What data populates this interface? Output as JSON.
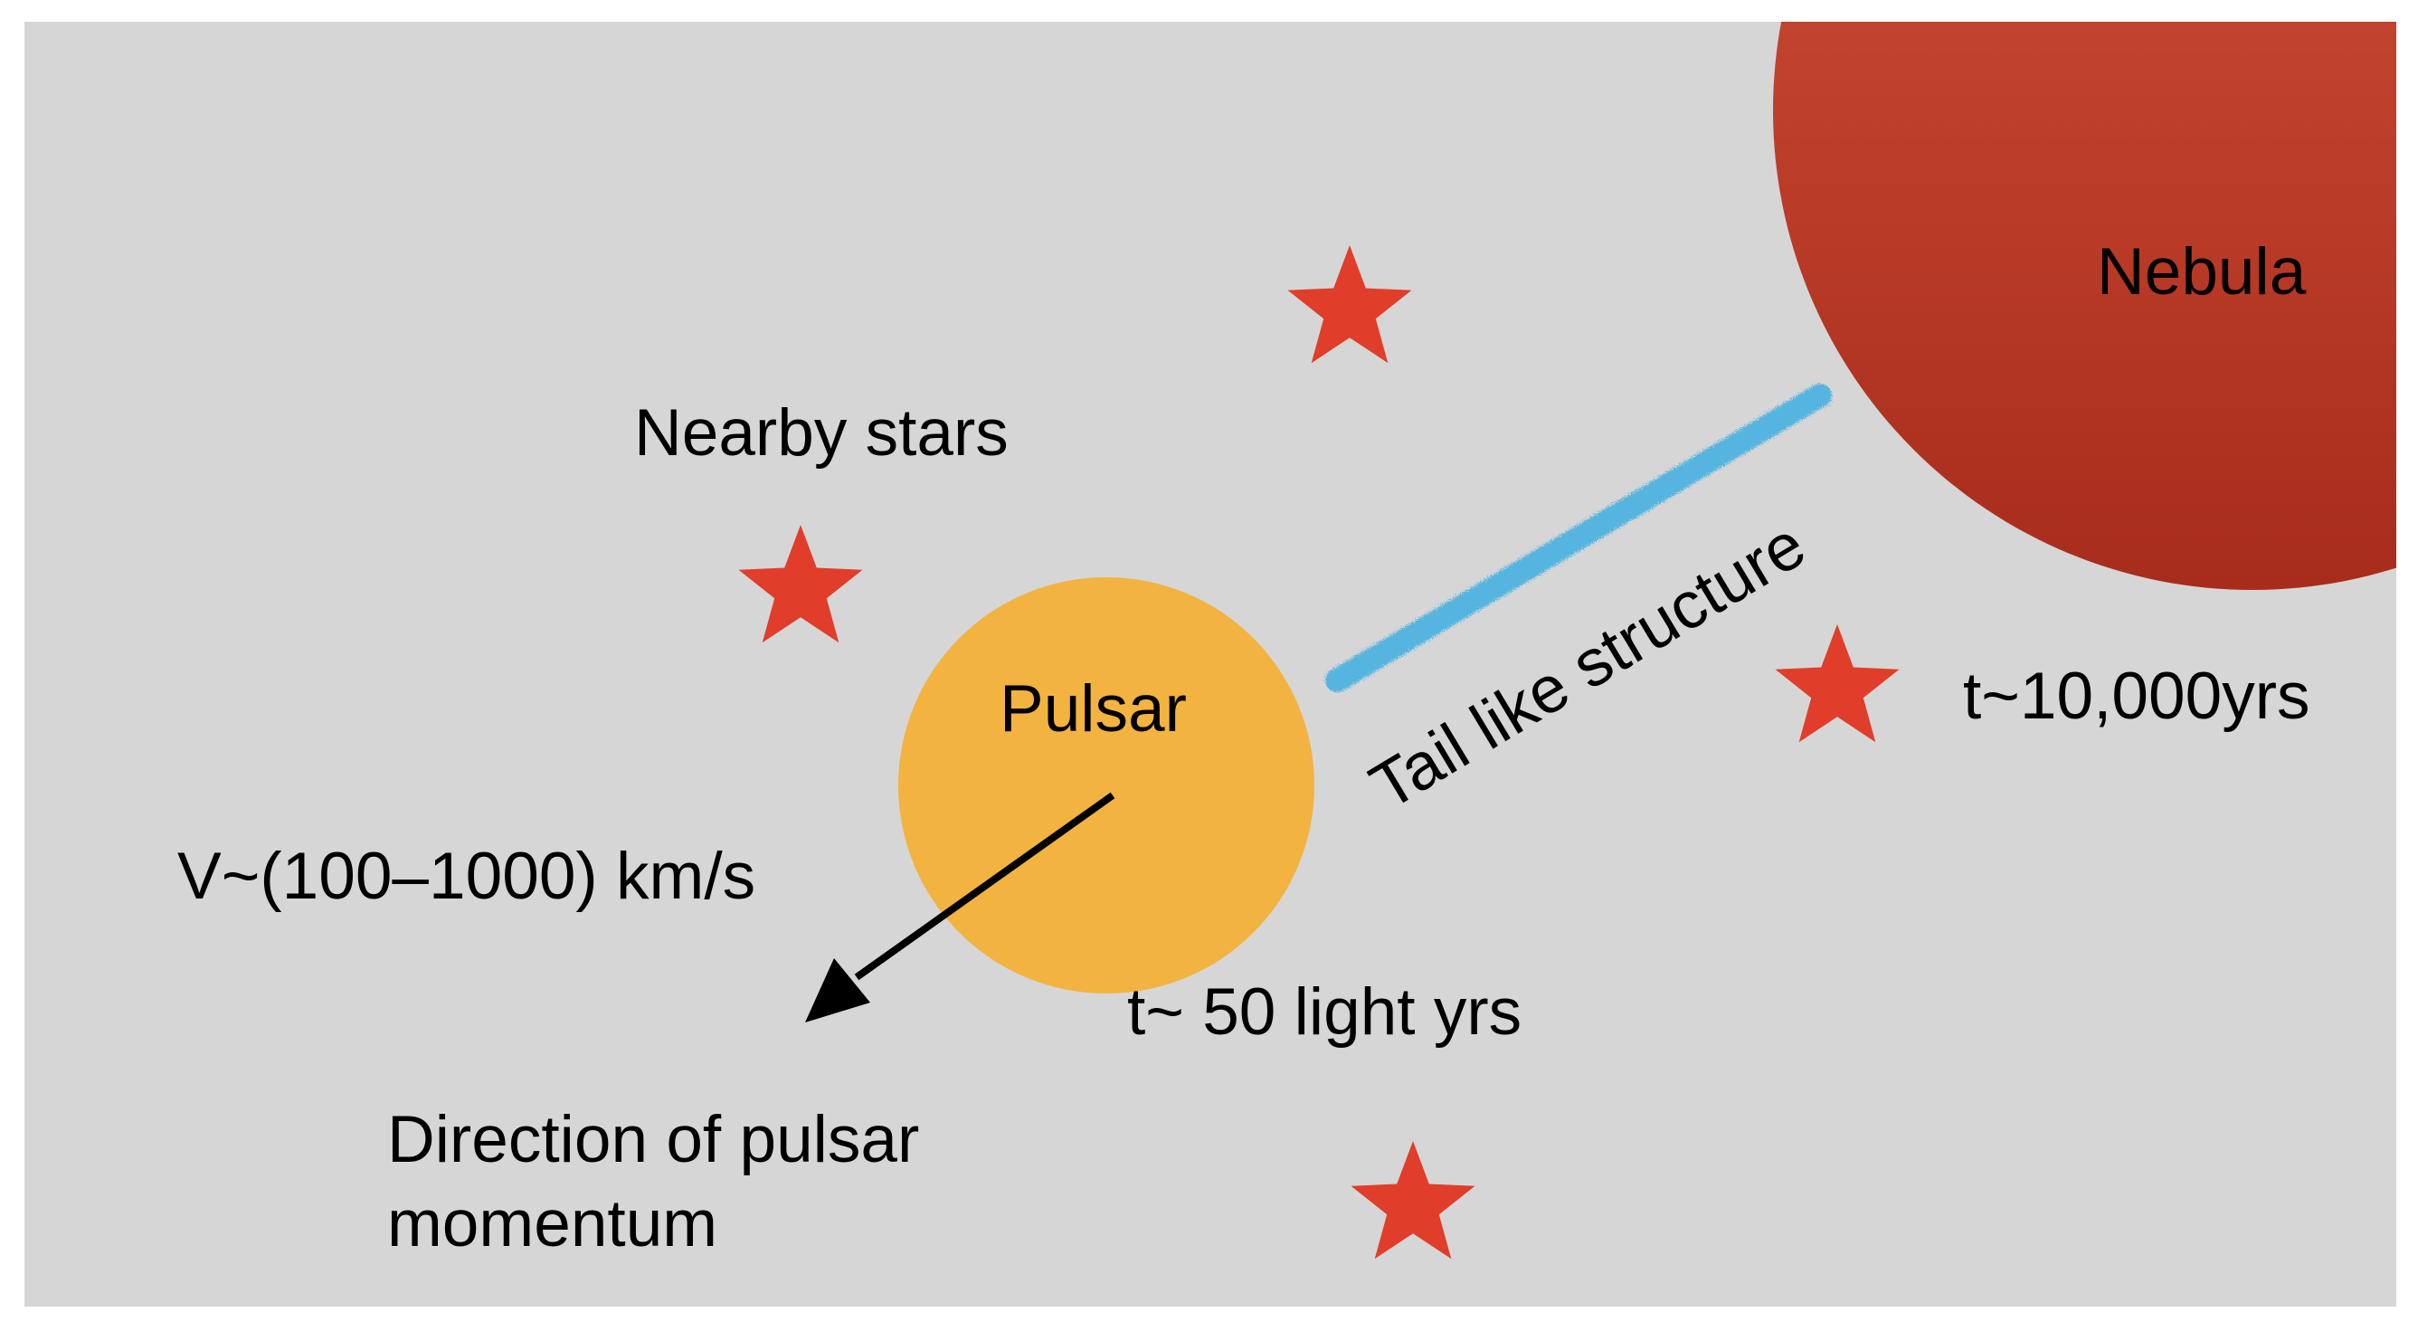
{
  "labels": {
    "nebula": "Nebula",
    "nearby_stars": "Nearby stars",
    "pulsar": "Pulsar",
    "tail": "Tail like structure",
    "age": "t~10,000yrs",
    "velocity": "V~(100–1000) km/s",
    "distance": "t~ 50 light yrs",
    "direction_line1": "Direction of pulsar",
    "direction_line2": "momentum"
  },
  "colors": {
    "background": "#d6d6d6",
    "nebula_top": "#d4533a",
    "nebula_bottom": "#a82c1c",
    "pulsar": "#f2b340",
    "star": "#e03e2a",
    "tail": "#56b4e0",
    "arrow": "#000000"
  }
}
